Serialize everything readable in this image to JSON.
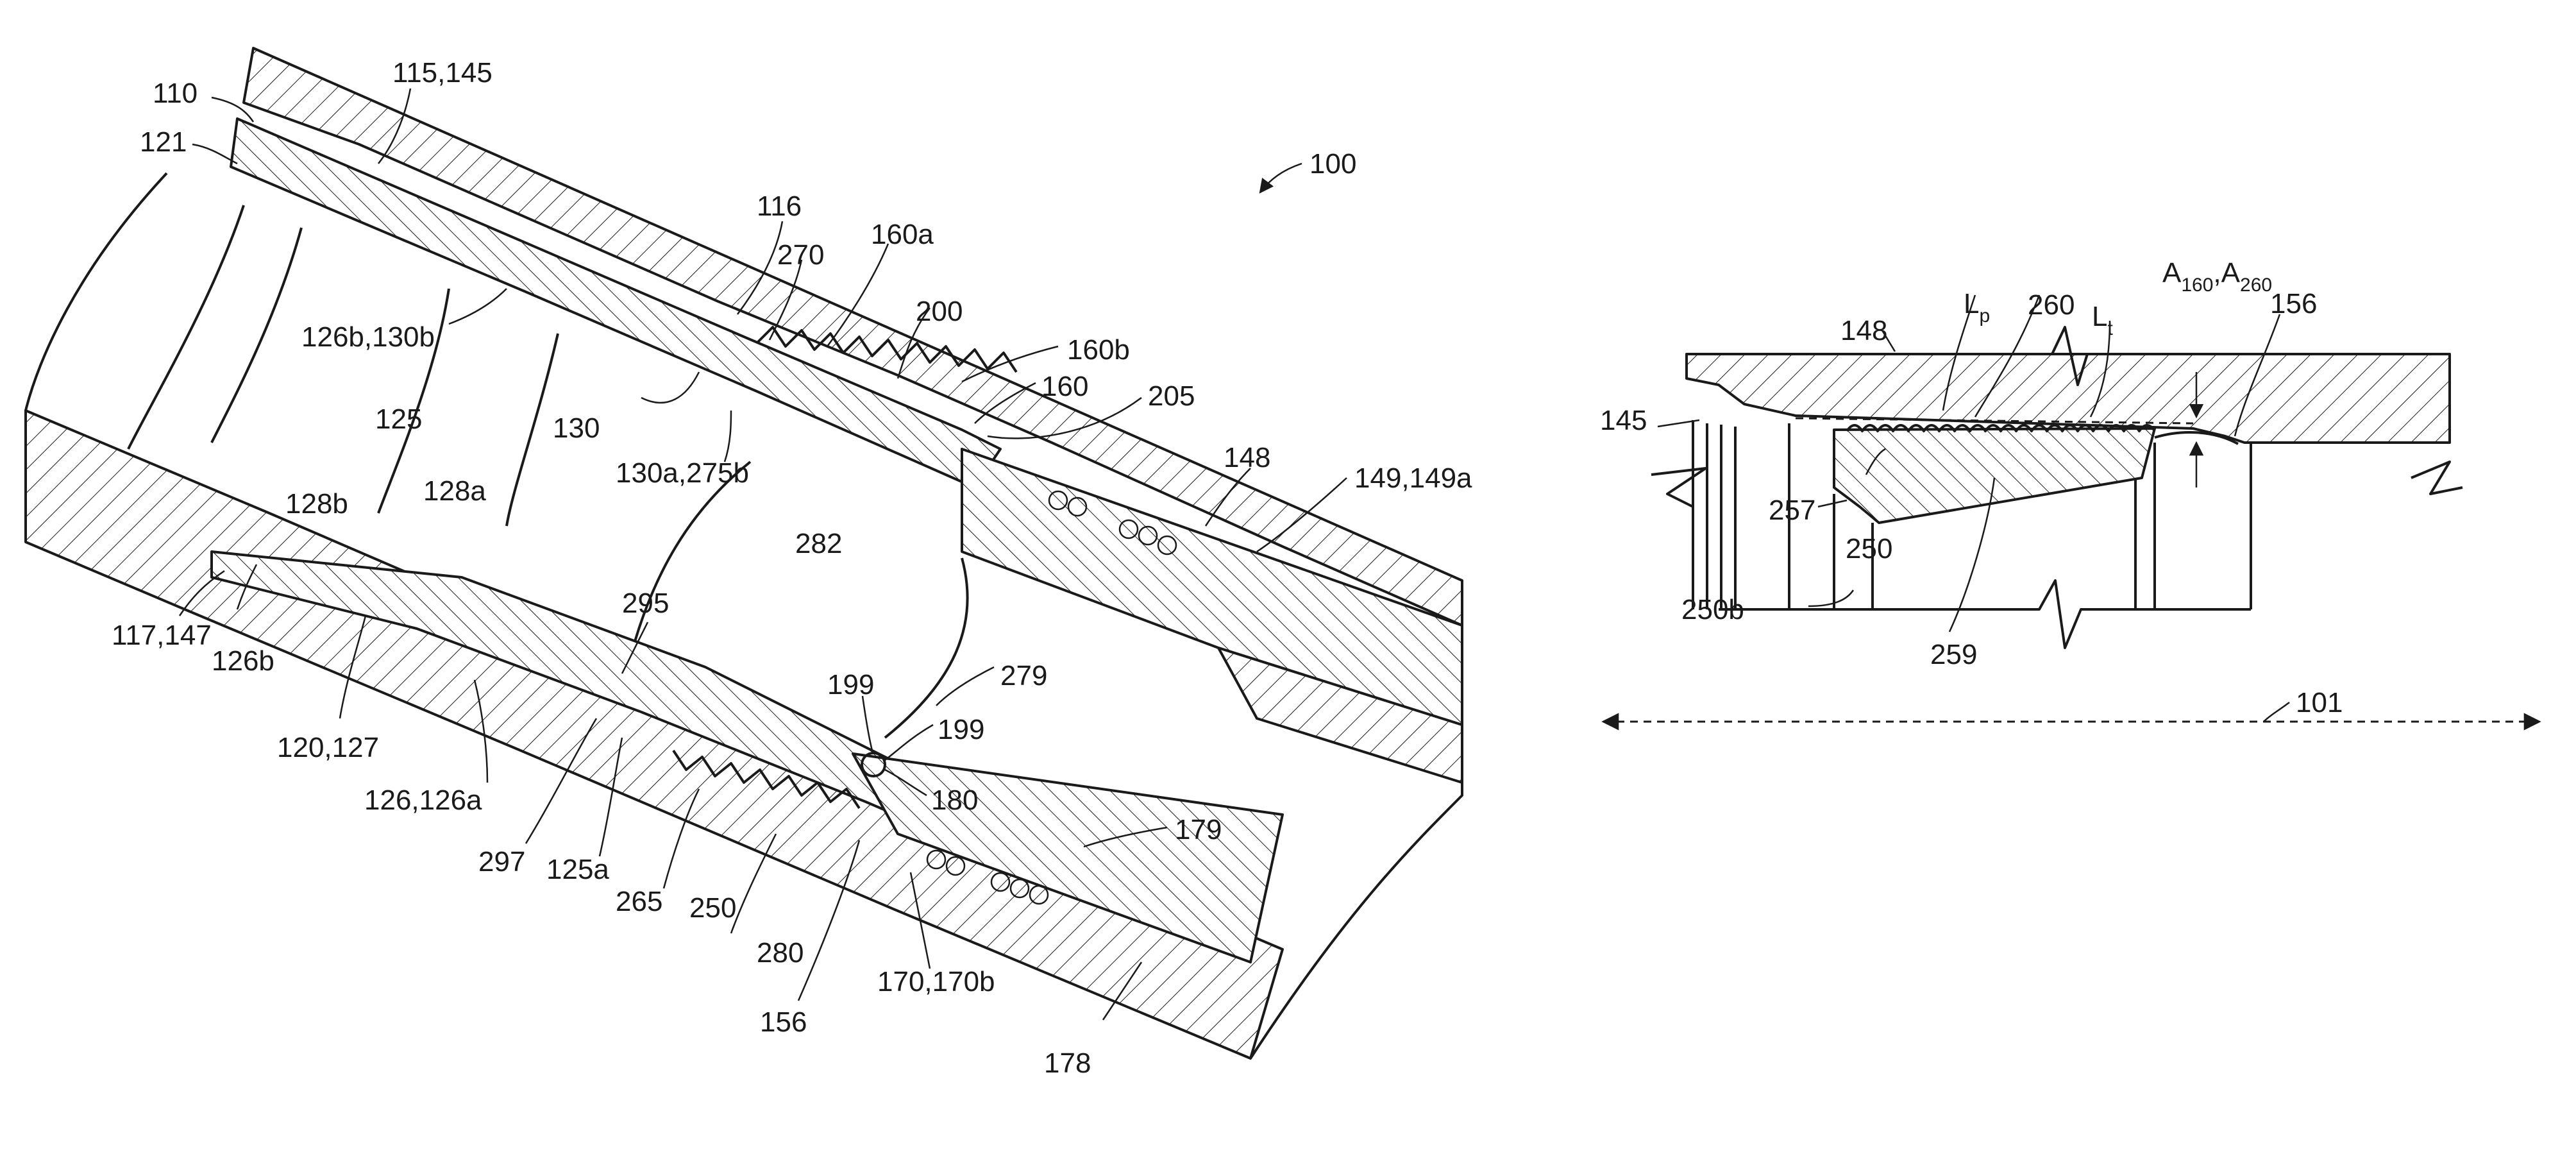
{
  "figure_100": {
    "ref": "100",
    "labels": {
      "l110": "110",
      "l115_145": "115,145",
      "l121": "121",
      "l116": "116",
      "l270": "270",
      "l160a": "160a",
      "l200": "200",
      "l160b": "160b",
      "l160": "160",
      "l205": "205",
      "l126b_130b": "126b,130b",
      "l125": "125",
      "l130": "130",
      "l130a_275b": "130a,275b",
      "l282": "282",
      "l148": "148",
      "l149_149a": "149,149a",
      "l128b": "128b",
      "l128a": "128a",
      "l295": "295",
      "l117_147": "117,147",
      "l126b": "126b",
      "l279": "279",
      "l199a": "199",
      "l199b": "199",
      "l120_127": "120,127",
      "l180": "180",
      "l126_126a": "126,126a",
      "l179": "179",
      "l297": "297",
      "l125a": "125a",
      "l265": "265",
      "l250": "250",
      "l280": "280",
      "l156": "156",
      "l170_170b": "170,170b",
      "l178": "178"
    }
  },
  "figure_101": {
    "ref": "101",
    "labels": {
      "l148": "148",
      "l260": "260",
      "l156": "156",
      "l145": "145",
      "l257": "257",
      "l250": "250",
      "l250b": "250b",
      "l259": "259"
    },
    "lp": {
      "main": "L",
      "sub": "p"
    },
    "lt": {
      "main": "L",
      "sub": "t"
    },
    "angle": {
      "a": "A",
      "sub1": "160",
      "sep": ",",
      "b": "A",
      "sub2": "260"
    }
  }
}
